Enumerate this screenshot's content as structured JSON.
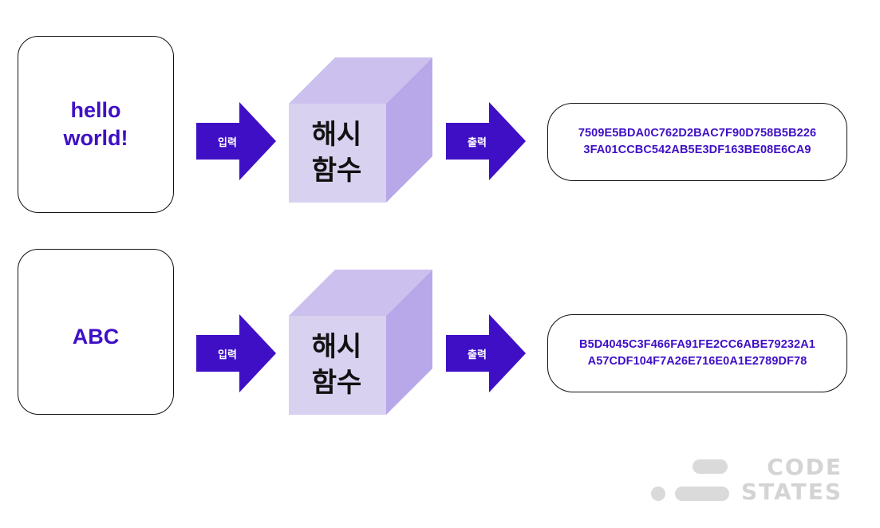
{
  "colors": {
    "accent": "#3f0fc6",
    "cube_front": "#d9d1f0",
    "cube_top": "#ccc1ee",
    "cube_side": "#b8a8ea",
    "logo_gray": "#d4d4d4"
  },
  "rows": [
    {
      "input_text": "hello world!",
      "arrow_in_label": "입력",
      "cube_label_line1": "해시",
      "cube_label_line2": "함수",
      "arrow_out_label": "출력",
      "output_line1": "7509E5BDA0C762D2BAC7F90D758B5B226",
      "output_line2": "3FA01CCBC542AB5E3DF163BE08E6CA9"
    },
    {
      "input_text": "ABC",
      "arrow_in_label": "입력",
      "cube_label_line1": "해시",
      "cube_label_line2": "함수",
      "arrow_out_label": "출력",
      "output_line1": "B5D4045C3F466FA91FE2CC6ABE79232A1",
      "output_line2": "A57CDF104F7A26E716E0A1E2789DF78"
    }
  ],
  "logo": {
    "line1": "CODE",
    "line2": "STATES"
  }
}
